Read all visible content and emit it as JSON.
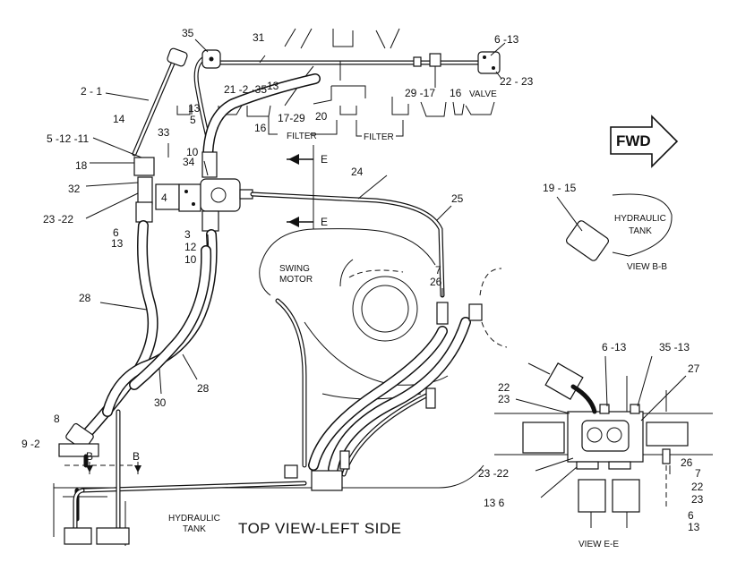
{
  "title": "TOP VIEW-LEFT SIDE",
  "fwd_label": "FWD",
  "main_labels": {
    "swing_motor_1": "SWING",
    "swing_motor_2": "MOTOR",
    "hyd_tank_1": "HYDRAULIC",
    "hyd_tank_2": "TANK",
    "filter_1": "FILTER",
    "filter_2": "FILTER",
    "valve": "VALVE",
    "section_e": "E",
    "section_b": "B"
  },
  "callouts": {
    "c35": "35",
    "c31": "31",
    "c6_13_top": "6 -13",
    "c22_23_top": "22 - 23",
    "c2_1": "2 - 1",
    "c21_2_35": "21 -2 ·35",
    "c13_a": "13",
    "c13_b": "13",
    "c5": "5",
    "c14": "14",
    "c33": "33",
    "c17_29": "17-29",
    "c20": "20",
    "c16_a": "16",
    "c29_17": "29  -17",
    "c16_b": "16",
    "c5_12_11": "5 -12 -11",
    "c10_a": "10",
    "c34": "34",
    "c18": "18",
    "c32": "32",
    "c4": "4",
    "c24": "24",
    "c23_22": "23 -22",
    "c6": "6",
    "c13_c": "13",
    "c3": "3",
    "c12": "12",
    "c10_b": "10",
    "c25": "25",
    "c7": "7",
    "c26": "26",
    "c28_a": "28",
    "c30": "30",
    "c28_b": "28",
    "c8": "8",
    "c9_2": "9 -2"
  },
  "view_bb": {
    "callout": "19 - 15",
    "tank_1": "HYDRAULIC",
    "tank_2": "TANK",
    "caption": "VIEW  B-B"
  },
  "view_ee": {
    "c6_13": "6 -13",
    "c35_13": "35 -13",
    "c27": "27",
    "c22_a": "22",
    "c23_a": "23",
    "c23_22": "23 -22",
    "c13_6": "13   6",
    "c26": "26",
    "c7": "7",
    "c22_b": "22",
    "c23_b": "23",
    "c6": "6",
    "c13": "13",
    "caption": "VIEW  E-E"
  }
}
